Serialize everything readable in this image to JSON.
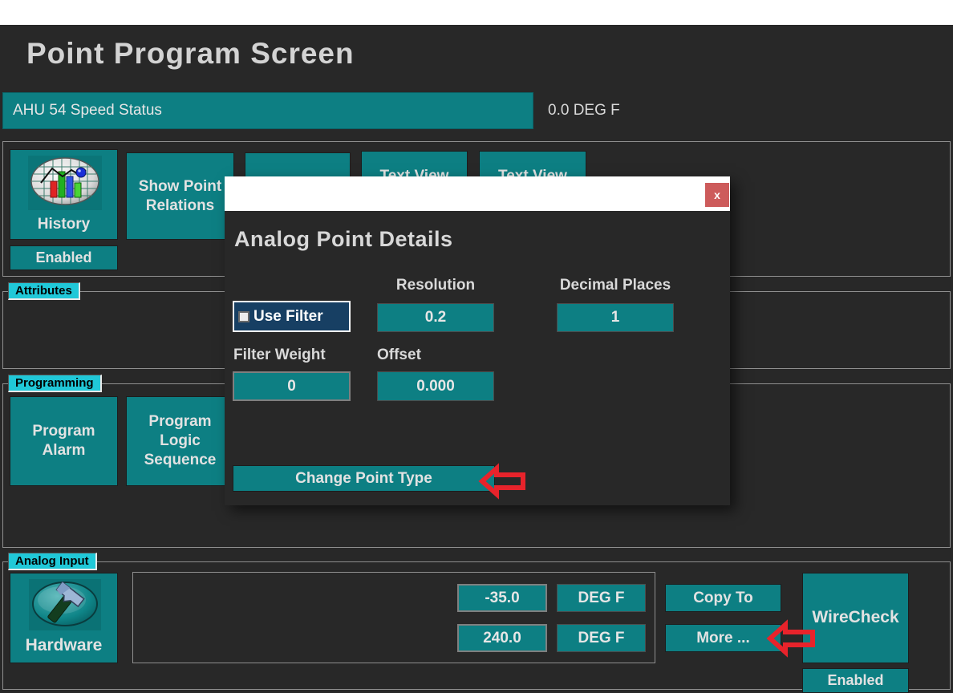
{
  "window": {
    "close_label": "x"
  },
  "header": {
    "title": "Point Program Screen",
    "point_name": "AHU 54 Speed Status",
    "point_value": "0.0 DEG F"
  },
  "top_buttons": {
    "history": "History",
    "history_status": "Enabled",
    "show_point_relations": "Show Point Relations",
    "text_view_1": "Text View",
    "text_view_2": "Text View"
  },
  "sections": {
    "attributes": "Attributes",
    "programming": "Programming",
    "analog_input": "Analog Input"
  },
  "programming": {
    "program_alarm": "Program Alarm",
    "program_logic_sequence": "Program Logic Sequence"
  },
  "analog_input": {
    "hardware": "Hardware",
    "low_value": "-35.0",
    "low_units": "DEG F",
    "high_value": "240.0",
    "high_units": "DEG F",
    "copy_to": "Copy To",
    "more": "More ...",
    "wirecheck": "WireCheck",
    "status": "Enabled"
  },
  "dialog": {
    "title": "Analog Point Details",
    "close_label": "x",
    "use_filter_label": "Use Filter",
    "resolution_label": "Resolution",
    "resolution_value": "0.2",
    "decimal_places_label": "Decimal Places",
    "decimal_places_value": "1",
    "filter_weight_label": "Filter Weight",
    "filter_weight_value": "0",
    "offset_label": "Offset",
    "offset_value": "0.000",
    "change_point_type_label": "Change Point Type"
  },
  "colors": {
    "teal": "#0d7f83",
    "badge_cyan": "#20c8d8",
    "filter_navy": "#173f63",
    "arrow_red": "#e8232b",
    "dialog_close_red": "#cd5b5b",
    "background": "#282828"
  }
}
